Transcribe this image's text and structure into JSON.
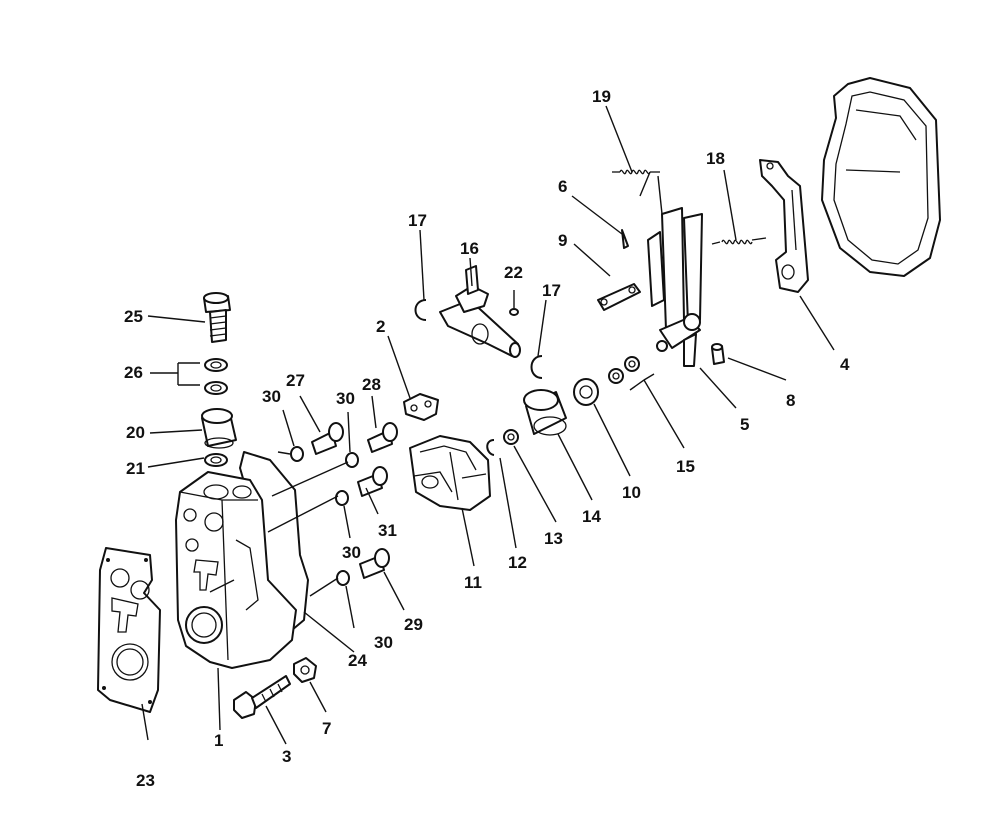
{
  "diagram": {
    "labels": {
      "p1": "1",
      "p2": "2",
      "p3": "3",
      "p4": "4",
      "p5": "5",
      "p6": "6",
      "p7": "7",
      "p8": "8",
      "p9": "9",
      "p10": "10",
      "p11": "11",
      "p12": "12",
      "p13": "13",
      "p14": "14",
      "p15": "15",
      "p16": "16",
      "p17a": "17",
      "p17b": "17",
      "p18": "18",
      "p19": "19",
      "p20": "20",
      "p21": "21",
      "p22": "22",
      "p23": "23",
      "p24": "24",
      "p25": "25",
      "p26": "26",
      "p27": "27",
      "p28": "28",
      "p29": "29",
      "p30a": "30",
      "p30b": "30",
      "p30c": "30",
      "p30d": "30",
      "p31": "31"
    }
  }
}
